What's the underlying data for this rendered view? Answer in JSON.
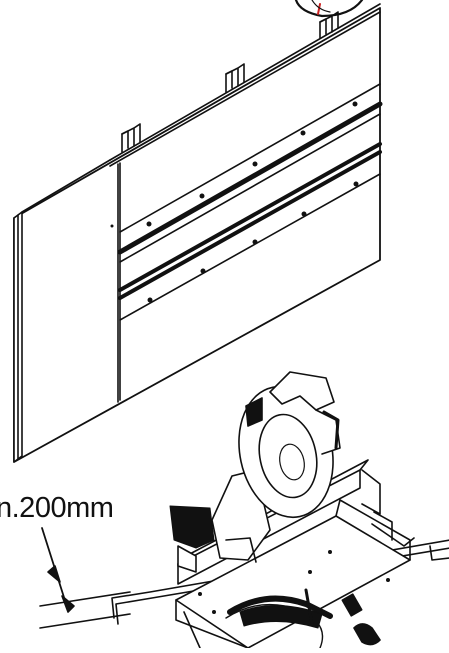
{
  "figure": {
    "dimension_label": "n.200mm",
    "subjects": [
      "wall-panel",
      "miter-saw"
    ],
    "colors": {
      "line": "#111111",
      "background": "#ffffff",
      "accent": "#cc2222"
    }
  }
}
